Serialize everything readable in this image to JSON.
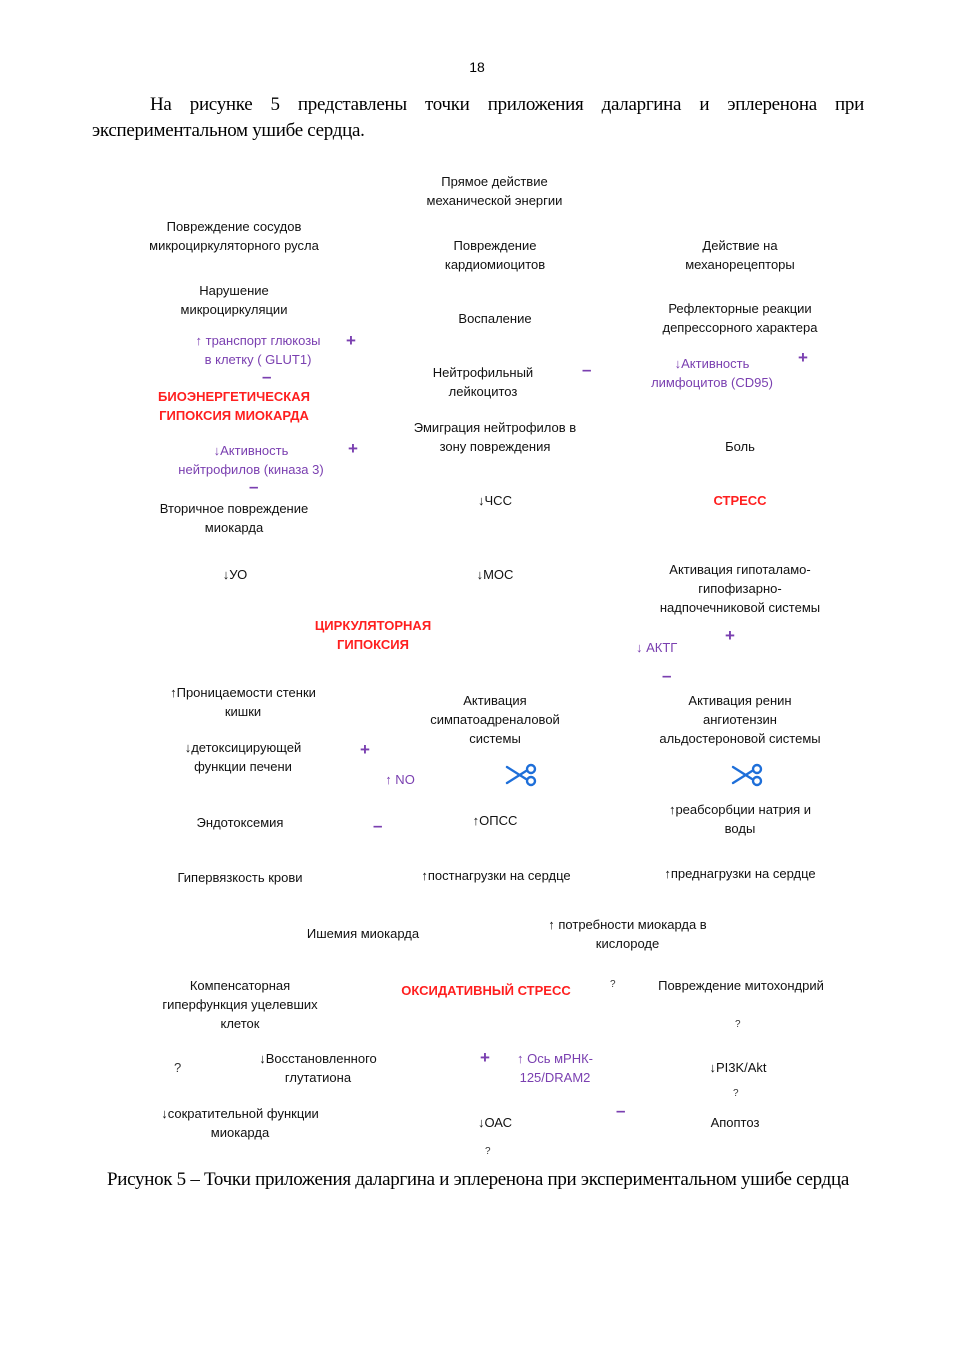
{
  "page_number": "18",
  "intro_text": "На рисунке 5 представлены точки приложения даларгина и эплеренона при экспериментальном ушибе сердца.",
  "caption": "Рисунок 5 – Точки приложения даларгина и эплеренона при экспериментальном ушибе сердца",
  "colors": {
    "red_label": "#ff1f1f",
    "purple_label": "#7a3fb0",
    "scissors": "#1e6fd9"
  },
  "nodes": {
    "direct_action": "Прямое действие\nмеханической энергии",
    "vessel_damage": "Повреждение сосудов\nмикроциркуляторного русла",
    "cardiomyocyte_damage": "Повреждение\nкардиомиоцитов",
    "mechanoreceptors": "Действие на\nмеханорецепторы",
    "microcirculation": "Нарушение\nмикроциркуляции",
    "inflammation": "Воспаление",
    "reflex": "Рефлекторные реакции\nдепрессорного характера",
    "glucose_transport": "↑ транспорт глюкозы\nв клетку ( GLUT1)",
    "neutrophil_leuko": "Нейтрофильный\nлейкоцитоз",
    "lymphocyte_activity": "↓Активность\nлимфоцитов (CD95)",
    "bioenergetic_hypoxia": "БИОЭНЕРГЕТИЧЕСКАЯ\nГИПОКСИЯ МИОКАРДА",
    "emigration": "Эмиграция нейтрофилов в\nзону повреждения",
    "neutrophil_activity": "↓Активность\nнейтрофилов (киназа 3)",
    "pain": "Боль",
    "secondary_damage": "Вторичное повреждение\nмиокарда",
    "hr": "↓ЧСС",
    "stress": "СТРЕСС",
    "sv": "↓УО",
    "co": "↓МОС",
    "hpa_activation": "Активация гипоталамо-\nгипофизарно-\nнадпочечниковой системы",
    "circulatory_hypoxia": "ЦИРКУЛЯТОРНАЯ\nГИПОКСИЯ",
    "actg": "↓  АКТГ",
    "gut_permeability": "↑Проницаемости стенки\nкишки",
    "sympathoadrenal": "Активация\nсимпатоадреналовой\nсистемы",
    "raas": "Активация ренин\nангиотензин\nальдостероновой системы",
    "liver_detox": "↓детоксицирующей\nфункции печени",
    "no": "↑ NO",
    "sodium_reabsorption": "↑реабсорбции натрия и\nводы",
    "endotoxemia": "Эндотоксемия",
    "tpr": "↑ОПСС",
    "hyperviscosity": "Гипервязкость крови",
    "afterload": "↑постнагрузки на сердце",
    "preload": "↑преднагрузки на сердце",
    "ischemia": "Ишемия миокарда",
    "oxygen_demand": "↑  потребности миокарда в\nкислороде",
    "compensatory": "Компенсаторная\nгиперфункция уцелевших\nклеток",
    "oxidative_stress": "ОКСИДАТИВНЫЙ СТРЕСС",
    "mito_damage": "Повреждение митохондрий",
    "glutathione": "↓Восстановленного\nглутатиона",
    "mirna": "↑  Ось мРНК-\n125/DRAM2",
    "pi3k": "↓PI3K/Akt",
    "contractility": "↓сократительной функции\nмиокарда",
    "oac": "↓ОАС",
    "apoptosis": "Апоптоз"
  },
  "marks": {
    "plus": "+",
    "minus": "–",
    "question": "?"
  }
}
